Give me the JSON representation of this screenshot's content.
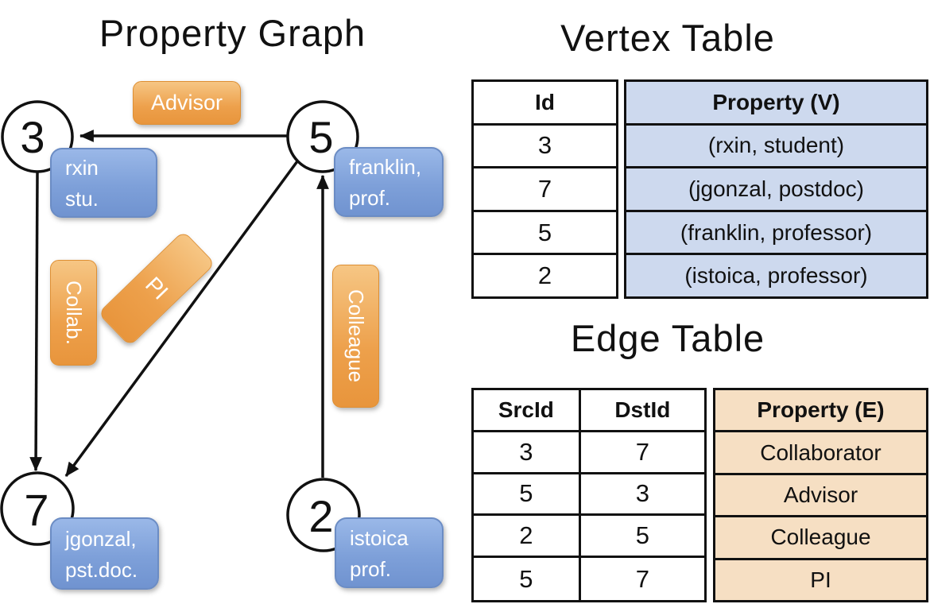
{
  "graph": {
    "title": "Property Graph",
    "nodes": [
      {
        "id": "3"
      },
      {
        "id": "5"
      },
      {
        "id": "7"
      },
      {
        "id": "2"
      }
    ],
    "vertex_labels": {
      "rxin": "rxin\nstu.",
      "franklin": "franklin,\nprof.",
      "jgonzal": "jgonzal,\npst.doc.",
      "istoica": "istoica\nprof."
    },
    "edge_labels": {
      "advisor": "Advisor",
      "collab": "Collab.",
      "pi": "PI",
      "colleague": "Colleague"
    }
  },
  "vertex_table": {
    "title": "Vertex Table",
    "id_header": "Id",
    "property_header": "Property (V)",
    "rows": [
      [
        "3",
        "(rxin, student)"
      ],
      [
        "7",
        "(jgonzal, postdoc)"
      ],
      [
        "5",
        "(franklin, professor)"
      ],
      [
        "2",
        "(istoica, professor)"
      ]
    ]
  },
  "edge_table": {
    "title": "Edge Table",
    "src_header": "SrcId",
    "dst_header": "DstId",
    "property_header": "Property (E)",
    "rows": [
      [
        "3",
        "7",
        "Collaborator"
      ],
      [
        "5",
        "3",
        "Advisor"
      ],
      [
        "2",
        "5",
        "Colleague"
      ],
      [
        "5",
        "7",
        "PI"
      ]
    ]
  },
  "colors": {
    "edge_pill_orange": "#eda04b",
    "vertex_pill_blue": "#7ea0d9",
    "vertex_table_fill": "#cdd9ee",
    "edge_table_fill": "#f6dfc3",
    "line_black": "#111111"
  }
}
